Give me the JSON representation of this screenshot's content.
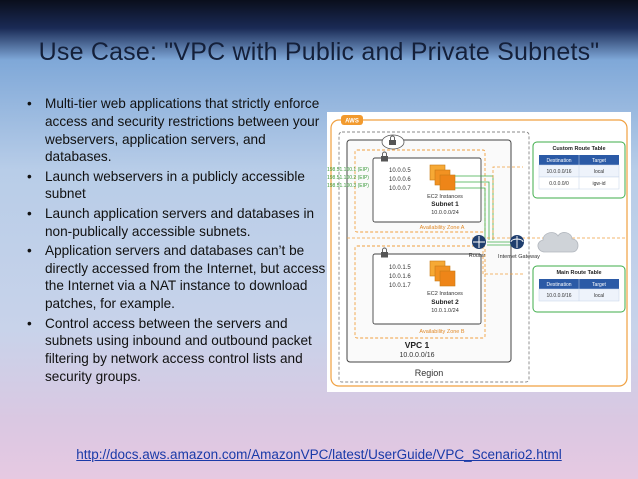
{
  "slide": {
    "title": "Use Case: \"VPC with Public and Private Subnets\"",
    "bullets": [
      "Multi-tier web applications that strictly enforce access and security restrictions between your webservers, application servers, and databases.",
      "Launch webservers in a publicly accessible subnet",
      "Launch application servers and databases in non-publically accessible subnets.",
      "Application servers and databases can’t be directly accessed from the Internet, but access the Internet via a NAT instance to download patches, for example.",
      "Control access between the servers and subnets using inbound and outbound packet filtering by network access control lists and security groups."
    ],
    "link": "http://docs.aws.amazon.com/AmazonVPC/latest/UserGuide/VPC_Scenario2.html"
  },
  "diagram": {
    "aws_label": "AWS",
    "region_label": "Region",
    "vpc_name": "VPC 1",
    "vpc_cidr": "10.0.0.0/16",
    "router_label": "Router",
    "igw_label": "Internet Gateway",
    "public_ips": [
      "198.51.100.1 (EIP)",
      "198.51.100.2 (EIP)",
      "198.51.100.3 (EIP)"
    ],
    "subnet1": {
      "ips": [
        "10.0.0.5",
        "10.0.0.6",
        "10.0.0.7"
      ],
      "instances_label": "EC2 Instances",
      "name": "Subnet 1",
      "cidr": "10.0.0.0/24",
      "az": "Availability Zone A"
    },
    "subnet2": {
      "ips": [
        "10.0.1.5",
        "10.0.1.6",
        "10.0.1.7"
      ],
      "instances_label": "EC2 Instances",
      "name": "Subnet 2",
      "cidr": "10.0.1.0/24",
      "az": "Availability Zone B"
    },
    "custom_route_table": {
      "title": "Custom Route Table",
      "headers": [
        "Destination",
        "Target"
      ],
      "rows": [
        [
          "10.0.0.0/16",
          "local"
        ],
        [
          "0.0.0.0/0",
          "igw-id"
        ]
      ]
    },
    "main_route_table": {
      "title": "Main Route Table",
      "headers": [
        "Destination",
        "Target"
      ],
      "rows": [
        [
          "10.0.0.0/16",
          "local"
        ]
      ]
    }
  }
}
